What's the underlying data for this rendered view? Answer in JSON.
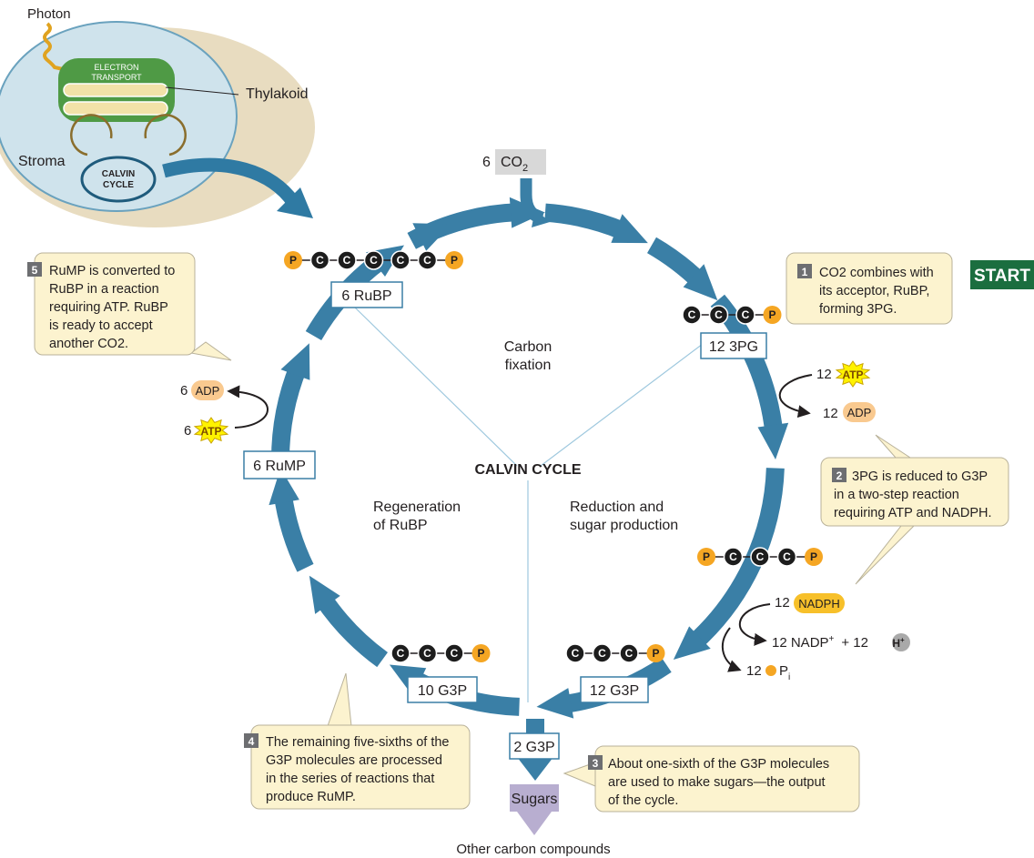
{
  "chloroplast": {
    "photon": "Photon",
    "electron_transport": [
      "ELECTRON",
      "TRANSPORT"
    ],
    "thylakoid": "Thylakoid",
    "stroma": "Stroma",
    "calvin_cycle": [
      "CALVIN",
      "CYCLE"
    ]
  },
  "co2_input": {
    "count": "6",
    "molecule": "CO",
    "subscript": "2"
  },
  "start_label": "START",
  "center_title": "CALVIN CYCLE",
  "phases": {
    "carbon_fixation": [
      "Carbon",
      "fixation"
    ],
    "reduction": [
      "Reduction and",
      "sugar production"
    ],
    "regeneration": [
      "Regeneration",
      "of RuBP"
    ]
  },
  "molecules": {
    "rubp": "6 RuBP",
    "pg3": "12 3PG",
    "rump": "6 RuMP",
    "g3p_10": "10 G3P",
    "g3p_12": "12 G3P",
    "g3p_2": "2 G3P",
    "sugars": "Sugars",
    "other": "Other carbon compounds"
  },
  "atoms": {
    "carbon": "C",
    "phosphate": "P"
  },
  "energy": {
    "atp_in_right": {
      "count": "12",
      "label": "ATP"
    },
    "adp_out_right": {
      "count": "12",
      "label": "ADP"
    },
    "nadph_in": {
      "count": "12",
      "label": "NADPH"
    },
    "nadp_out": {
      "text": "12 NADP",
      "sup": "+",
      "plus": "+ 12",
      "h": "H",
      "h_sup": "+"
    },
    "pi_out": {
      "count": "12",
      "label": "P",
      "sub": "i"
    },
    "adp_out_left": {
      "count": "6",
      "label": "ADP"
    },
    "atp_in_left": {
      "count": "6",
      "label": "ATP"
    }
  },
  "steps": [
    {
      "num": "1",
      "lines": [
        "CO2 combines with",
        "its acceptor, RuBP,",
        "forming 3PG."
      ]
    },
    {
      "num": "2",
      "lines": [
        "3PG is reduced to G3P",
        "in a two-step reaction",
        "requiring ATP and NADPH."
      ]
    },
    {
      "num": "3",
      "lines": [
        "About one-sixth of the G3P molecules",
        "are used to make sugars—the output",
        "of the cycle."
      ]
    },
    {
      "num": "4",
      "lines": [
        "The remaining five-sixths of the",
        "G3P molecules are processed",
        "in the series of reactions that",
        "produce RuMP."
      ]
    },
    {
      "num": "5",
      "lines": [
        "RuMP is converted to",
        "RuBP in a reaction",
        "requiring ATP.  RuBP",
        "is ready to accept",
        "another CO2."
      ]
    }
  ],
  "colors": {
    "cycle_arrow": "#3a7fa6",
    "note_fill": "#fcf3cf",
    "phosphate": "#f5a623",
    "carbon": "#1d1d1d",
    "atp": "#fff200",
    "nadph": "#f7c02a",
    "adp": "#f9c98f",
    "start_fill": "#1b6e3f",
    "sugar_fill": "#b8aed0"
  }
}
